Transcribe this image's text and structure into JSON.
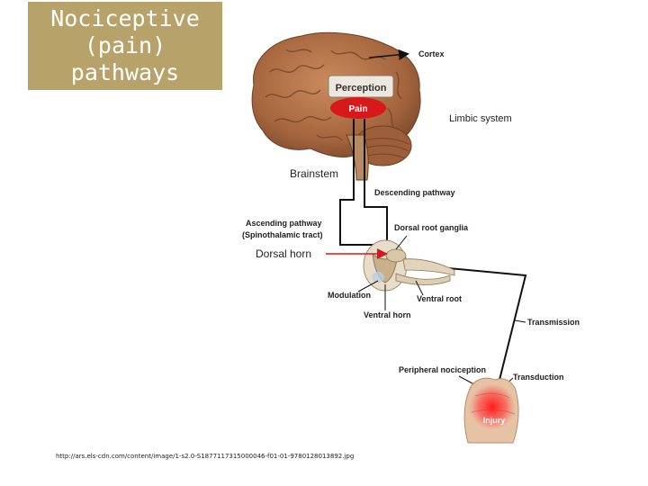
{
  "title_lines": [
    "Nociceptive",
    "(pain)",
    "pathways"
  ],
  "labels": {
    "cortex": "Cortex",
    "perception": "Perception",
    "pain": "Pain",
    "limbic_system": "Limbic system",
    "brainstem": "Brainstem",
    "descending_pathway": "Descending pathway",
    "ascending_pathway": "Ascending pathway",
    "spinothalamic_tract": "(Spinothalamic tract)",
    "dorsal_root_ganglia": "Dorsal root ganglia",
    "dorsal_horn": "Dorsal horn",
    "modulation": "Modulation",
    "ventral_root": "Ventral root",
    "ventral_horn": "Ventral horn",
    "transmission": "Transmission",
    "peripheral_nociception": "Peripheral nociception",
    "transduction": "Transduction",
    "injury": "Injury"
  },
  "source_url": "http://ars.els-cdn.com/content/image/1-s2.0-S1877117315000046-f01-01-9780128013892.jpg",
  "colors": {
    "title_bg": "#b7a26a",
    "brain": "#b0724a",
    "pain_red": "#d7191c",
    "arrow_red": "#d7191c",
    "pathway": "#111111"
  }
}
